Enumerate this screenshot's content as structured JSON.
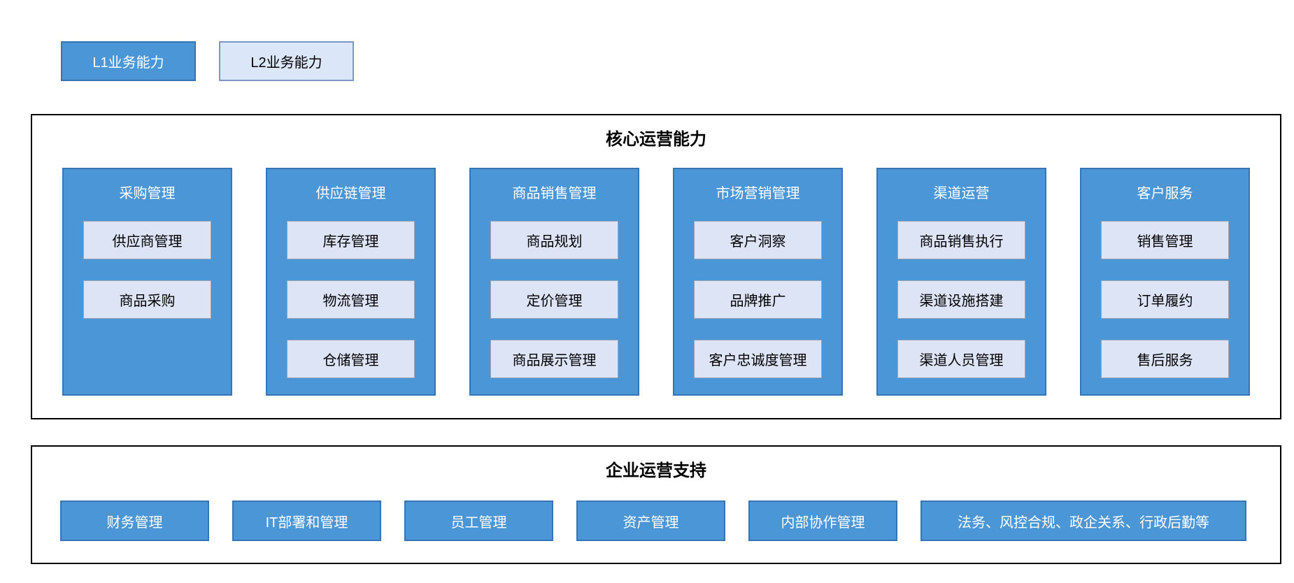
{
  "colors": {
    "l1_fill": "#4B96D6",
    "l1_border": "#3575B5",
    "l2_fill": "#DCE4F6",
    "l2_border": "#9DA5B4",
    "legend_l2_fill": "#DCE6F9",
    "legend_l2_border": "#8094C8",
    "section_border": "#000000"
  },
  "legend": {
    "l1_label": "L1业务能力",
    "l2_label": "L2业务能力"
  },
  "core_section": {
    "title": "核心运营能力",
    "columns": [
      {
        "title": "采购管理",
        "items": [
          "供应商管理",
          "商品采购"
        ]
      },
      {
        "title": "供应链管理",
        "items": [
          "库存管理",
          "物流管理",
          "仓储管理"
        ]
      },
      {
        "title": "商品销售管理",
        "items": [
          "商品规划",
          "定价管理",
          "商品展示管理"
        ]
      },
      {
        "title": "市场营销管理",
        "items": [
          "客户洞察",
          "品牌推广",
          "客户忠诚度管理"
        ]
      },
      {
        "title": "渠道运营",
        "items": [
          "商品销售执行",
          "渠道设施搭建",
          "渠道人员管理"
        ]
      },
      {
        "title": "客户服务",
        "items": [
          "销售管理",
          "订单履约",
          "售后服务"
        ]
      }
    ]
  },
  "support_section": {
    "title": "企业运营支持",
    "items": [
      "财务管理",
      "IT部署和管理",
      "员工管理",
      "资产管理",
      "内部协作管理",
      "法务、风控合规、政企关系、行政后勤等"
    ]
  }
}
